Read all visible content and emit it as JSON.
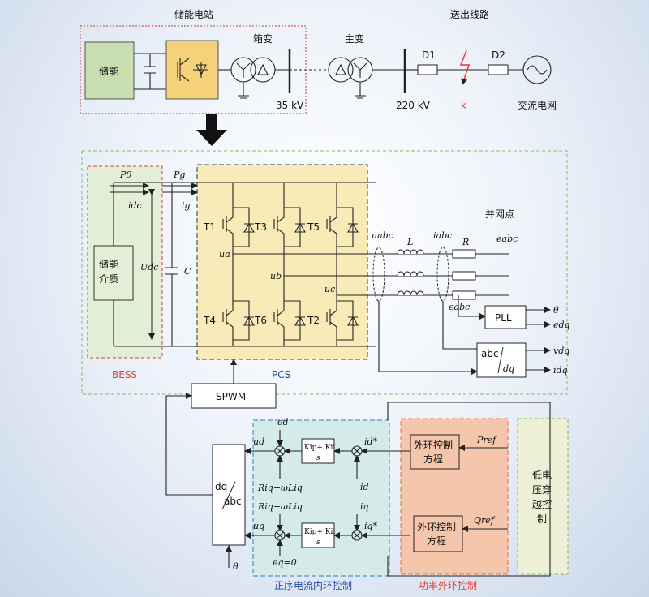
{
  "top": {
    "station_title": "储能电站",
    "line_title": "送出线路",
    "storage_label": "储能",
    "box_transformer_label": "箱变",
    "main_transformer_label": "主变",
    "voltage_35kv": "35 kV",
    "voltage_220kv": "220 kV",
    "d1_label": "D1",
    "d2_label": "D2",
    "fault_label": "k",
    "grid_label": "交流电网"
  },
  "circuit": {
    "bess_label": "BESS",
    "pcs_label": "PCS",
    "storage_medium_line1": "储能",
    "storage_medium_line2": "介质",
    "udc": "Udc",
    "c": "C",
    "p0": "P0",
    "idc": "idc",
    "pg": "Pg",
    "ig": "ig",
    "switches_top": [
      "T1",
      "T3",
      "T5"
    ],
    "switches_bottom": [
      "T4",
      "T6",
      "T2"
    ],
    "ua": "ua",
    "ub": "ub",
    "uc": "uc",
    "uabc": "uabc",
    "iabc": "iabc",
    "l": "L",
    "r": "R",
    "eabc": "eabc",
    "pcc_label": "并网点",
    "pll": "PLL",
    "theta": "θ",
    "edq": "edq",
    "abc": "abc",
    "dq": "dq",
    "vdq": "vdq",
    "idq": "idq"
  },
  "control": {
    "spwm": "SPWM",
    "inner_loop_label": "正序电流内环控制",
    "outer_loop_label": "功率外环控制",
    "lvrt1": "低电",
    "lvrt2": "压穿",
    "lvrt3": "越控",
    "lvrt4": "制",
    "dq": "dq",
    "abc": "abc",
    "theta": "θ",
    "ed": "ed",
    "ud": "ud",
    "d_decouple": "Riq−ωLiq",
    "id_ref": "id*",
    "id": "id",
    "q_decouple": "Riq+ωLiq",
    "uq": "uq",
    "eq": "eq=0",
    "iq": "iq",
    "iq_ref": "iq*",
    "pi_top": "Kip+ Kii",
    "pi_bottom": "s",
    "outer_eq1": "外环控制",
    "outer_eq2": "方程",
    "pref": "Pref",
    "qref": "Qref"
  }
}
